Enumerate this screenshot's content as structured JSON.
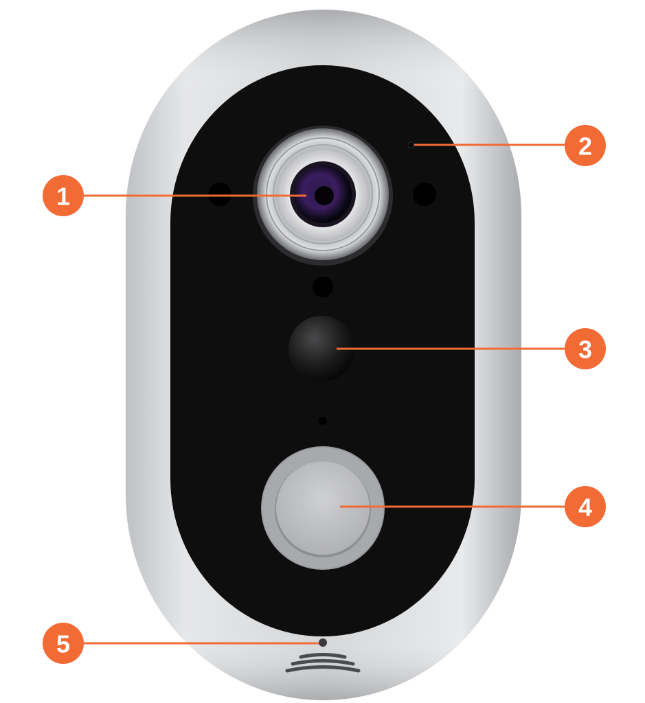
{
  "accent_color": "#F26A34",
  "callouts": [
    {
      "label": "1",
      "target": "camera-lens"
    },
    {
      "label": "2",
      "target": "microphone"
    },
    {
      "label": "3",
      "target": "pir-sensor"
    },
    {
      "label": "4",
      "target": "doorbell-button"
    },
    {
      "label": "5",
      "target": "reset-hole"
    }
  ]
}
